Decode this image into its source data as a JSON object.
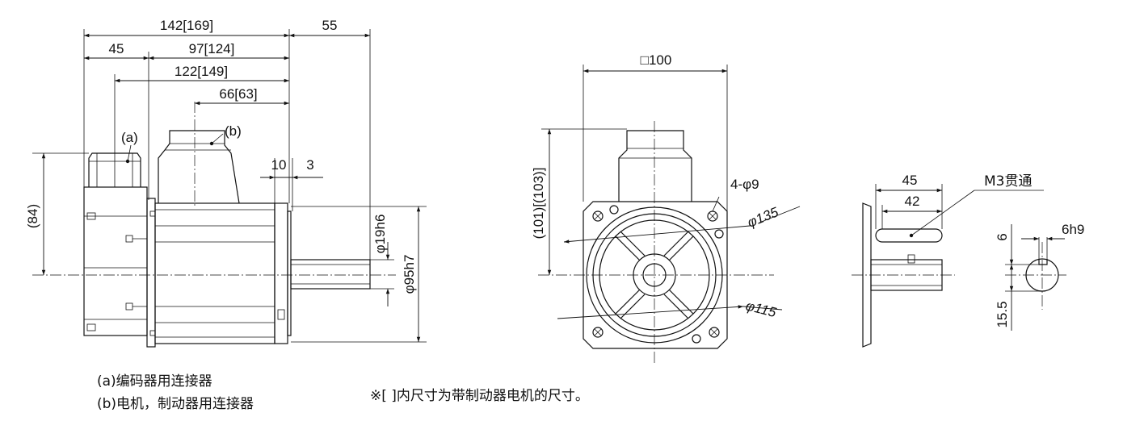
{
  "side_view": {
    "overall_length": "142[169]",
    "shaft_length": "55",
    "encoder_width": "45",
    "body_length": "97[124]",
    "encoder_to_flange": "122[149]",
    "brake_connector_pos": "66[63]",
    "connector_a": "(a)",
    "connector_b": "(b)",
    "flange_thickness": "10",
    "spigot": "3",
    "height_84": "(84)",
    "shaft_dia": "φ19h6",
    "spigot_dia": "φ95h7"
  },
  "front_view": {
    "square": "□100",
    "height": "(101)[(103)]",
    "holes": "4-φ9",
    "pcd": "φ135",
    "outer_dia": "φ115"
  },
  "shaft_detail": {
    "len_45": "45",
    "len_42": "42",
    "tap": "M3贯通",
    "key_height": "6",
    "key_width": "6h9",
    "shaft_height": "15.5"
  },
  "notes": {
    "note_a": "(a)编码器用连接器",
    "note_b": "(b)电机，制动器用连接器",
    "note_brake": "※[ ]内尺寸为带制动器电机的尺寸。"
  }
}
